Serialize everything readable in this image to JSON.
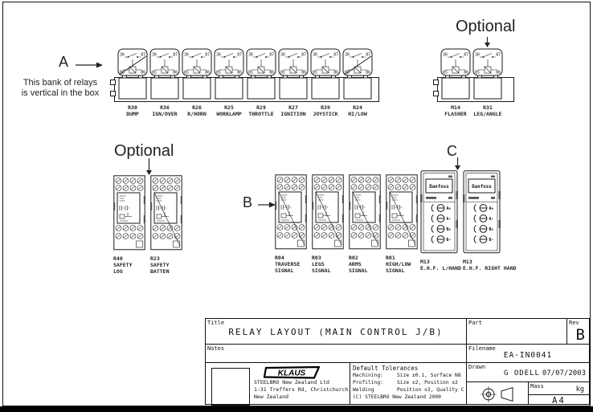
{
  "annotations": {
    "a_label": "A",
    "b_label": "B",
    "c_label": "C",
    "optional_top": "Optional",
    "optional_mid": "Optional",
    "a_note_line1": "This bank of relays",
    "a_note_line2": "is vertical in the box"
  },
  "relay_pins": {
    "tl": "30",
    "tr": "87",
    "bl": "85",
    "br": "86"
  },
  "top_bank": [
    {
      "id": "R30",
      "name": "DUMP",
      "diag": true
    },
    {
      "id": "R36",
      "name": "IGN/OVER",
      "diag": false
    },
    {
      "id": "R26",
      "name": "R/HORN",
      "diag": false
    },
    {
      "id": "R25",
      "name": "WORKLAMP",
      "diag": false
    },
    {
      "id": "R29",
      "name": "THROTTLE",
      "diag": false
    },
    {
      "id": "R27",
      "name": "IGNITION",
      "diag": false
    },
    {
      "id": "R39",
      "name": "JOYSTICK",
      "diag": false
    },
    {
      "id": "R24",
      "name": "HI/LOW",
      "diag": true
    }
  ],
  "optional_top_relays": [
    {
      "id": "M14",
      "name": "FLASHER",
      "diag": false
    },
    {
      "id": "R31",
      "name": "LEG/ANGLE",
      "diag": false
    }
  ],
  "optional_mid_relays": [
    {
      "id": "R40",
      "name": "SAFETY",
      "name2": "LOG",
      "diag": false
    },
    {
      "id": "R23",
      "name": "SAFETY",
      "name2": "BATTEN",
      "diag": true
    }
  ],
  "group_b_relays": [
    {
      "id": "R04",
      "name": "TRAVERSE",
      "name2": "SIGNAL",
      "diag": true
    },
    {
      "id": "R03",
      "name": "LEGS",
      "name2": "SIGNAL",
      "diag": true
    },
    {
      "id": "R02",
      "name": "ARMS",
      "name2": "SIGNAL",
      "diag": true
    },
    {
      "id": "R01",
      "name": "HIGH/LOW",
      "name2": "SIGNAL",
      "diag": true
    }
  ],
  "group_c_modules": [
    {
      "id": "M13",
      "name": "E.H.F. L/HAND"
    },
    {
      "id": "M13",
      "name": "E.H.F. RIGHT HAND"
    }
  ],
  "danfoss": {
    "brand": "Danfoss",
    "terminals": [
      "A+",
      "A-",
      "B+",
      "B-"
    ]
  },
  "title_block": {
    "title_label": "Title",
    "title": "RELAY LAYOUT (MAIN CONTROL J/B)",
    "part_label": "Part",
    "part": "",
    "rev_label": "Rev",
    "rev": "B",
    "notes_label": "Notes",
    "notes": "",
    "filename_label": "Filename",
    "filename": "EA-IN0041",
    "drawn_label": "Drawn",
    "drawn_by": "G ODELL",
    "drawn_date": "07/07/2003",
    "mass_label": "Mass",
    "mass_unit": "kg",
    "sheet_size": "A4",
    "company": {
      "logo": "KLAUS",
      "line1": "STEELBRO New Zealand Ltd",
      "line2": "1-31 Treffers Rd, Christchurch",
      "line3": "New Zealand"
    },
    "tolerances": {
      "header": "Default Tolerances",
      "rows": [
        {
          "label": "Machining:",
          "value": "Size ±0.1, Surface N8"
        },
        {
          "label": "Profiling:",
          "value": "Size ±2, Position ±2"
        },
        {
          "label": "Welding",
          "value": "Position ±3, Quality C"
        }
      ],
      "copyright": "(C) STEELBRO New Zealand 2000"
    }
  }
}
